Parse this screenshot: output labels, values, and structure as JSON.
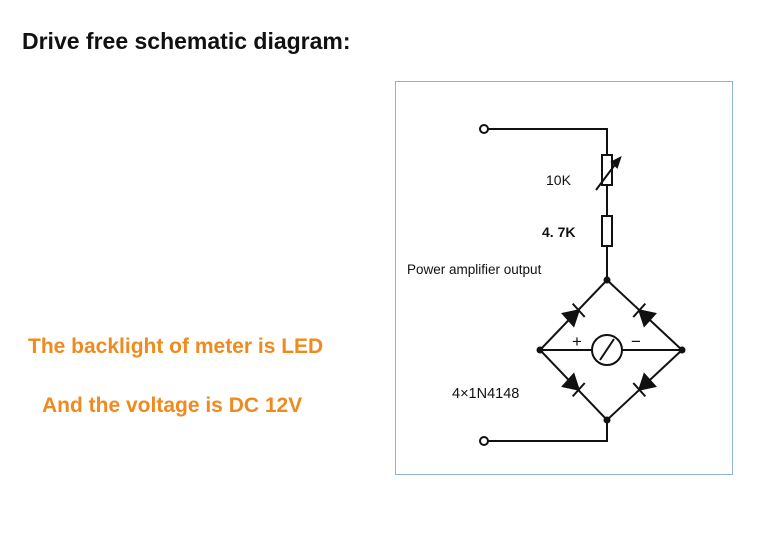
{
  "title": "Drive free schematic diagram:",
  "notes": {
    "backlight": "The backlight of meter is LED",
    "voltage": "And the voltage is DC 12V"
  },
  "schematic": {
    "resistor_variable": "10K",
    "resistor_fixed": "4. 7K",
    "input_label": "Power amplifier output",
    "diodes": "4×1N4148",
    "meter_plus": "+",
    "meter_minus": "−",
    "colors": {
      "frame": "#8fb3d4",
      "note_text": "#ef8a1e",
      "wire": "#111111"
    }
  }
}
